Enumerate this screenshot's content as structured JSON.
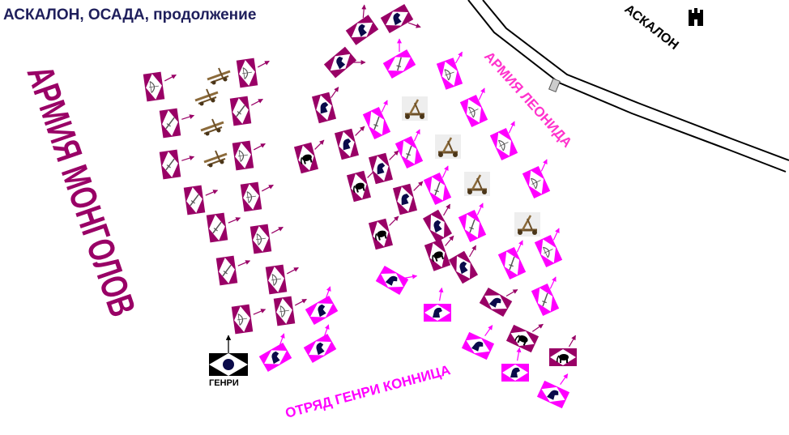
{
  "title": "АСКАЛОН, ОСАДА, продолжение",
  "labels": {
    "mongol_army": "АРМИЯ МОНГОЛОВ",
    "leonid_army": "АРМИЯ ЛЕОНИДА",
    "henry_detachment": "ОТРЯД ГЕНРИ КОННИЦА",
    "city": "АСКАЛОН",
    "henry": "ГЕНРИ"
  },
  "colors": {
    "mongol": "#990066",
    "leonid": "#ff00ff",
    "title_text": "#1f1f5c",
    "henry_unit": "#000000",
    "wall": "#000000"
  },
  "icons": {
    "infantry": "sword-icon",
    "archer": "bow-icon",
    "cavalry": "horse-head-icon",
    "elephant": "elephant-icon",
    "catapult": "catapult-icon",
    "siege": "siege-engine-icon",
    "castle": "castle-icon"
  }
}
